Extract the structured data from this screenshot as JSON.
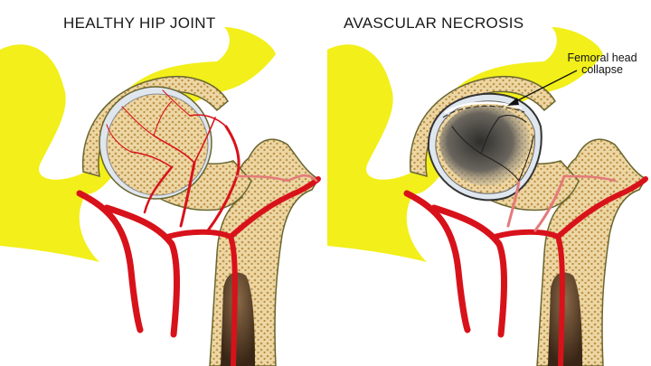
{
  "panels": [
    {
      "title": "HEALTHY HIP JOINT"
    },
    {
      "title": "AVASCULAR NECROSIS",
      "callout": {
        "line1": "Femoral head",
        "line2": "collapse"
      }
    }
  ],
  "colors": {
    "pelvis": "#f2ef1a",
    "bone": "#e9cf98",
    "bone_dots": "#b88a3a",
    "outline": "#6a6630",
    "artery": "#d8121a",
    "cartilage": "#dfe6ee",
    "necrosis": "#3a3a38",
    "marrow": "#5a3a22"
  },
  "icons": [
    "healthy-hip-illustration",
    "necrotic-hip-illustration",
    "callout-arrow"
  ]
}
